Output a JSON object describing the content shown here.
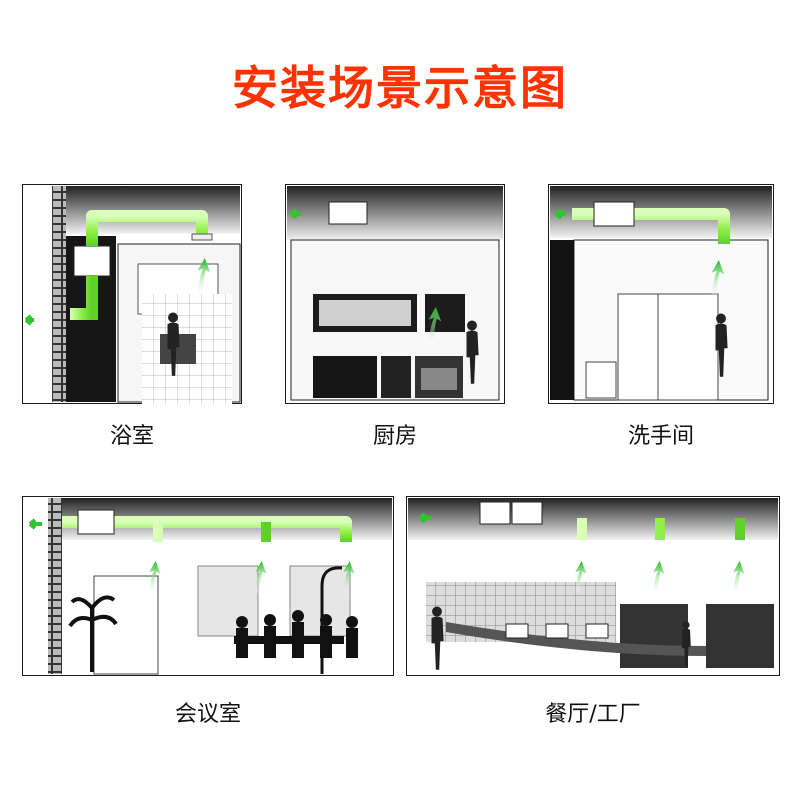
{
  "title": "安装场景示意图",
  "scenes": [
    {
      "label": "浴室"
    },
    {
      "label": "厨房"
    },
    {
      "label": "洗手间"
    },
    {
      "label": "会议室"
    },
    {
      "label": "餐厅/工厂"
    }
  ],
  "colors": {
    "title": "#ff3300",
    "duct": "#8ff04a",
    "arrow": "#2ec52e",
    "frame": "#1a1a1a"
  },
  "icons": [
    "exhaust-arrow-icon",
    "airflow-arrow-icon",
    "ventilation-fan-icon",
    "person-silhouette-icon",
    "plant-icon",
    "floor-lamp-icon"
  ]
}
